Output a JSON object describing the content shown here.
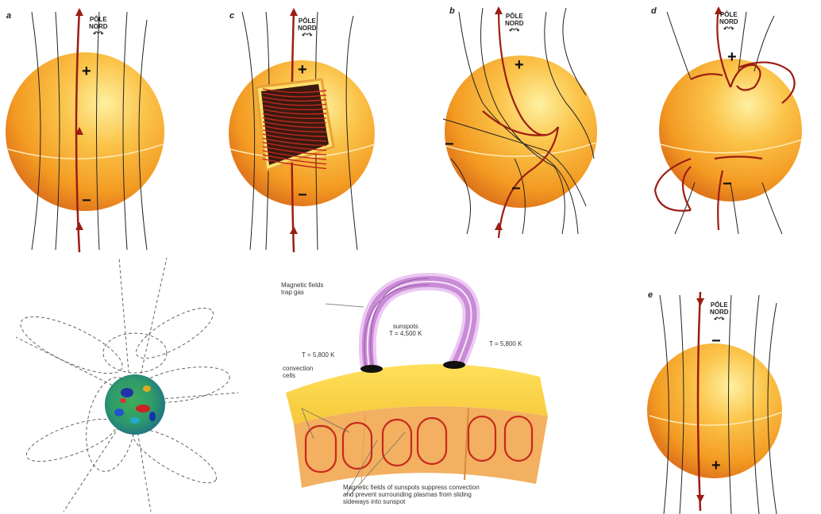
{
  "panels": {
    "a": {
      "letter": "a",
      "pole": "PÔLE",
      "pole2": "NORD",
      "plus": "+",
      "minus": "−"
    },
    "c": {
      "letter": "c",
      "pole": "PÔLE",
      "pole2": "NORD",
      "plus": "+",
      "minus": "−"
    },
    "b": {
      "letter": "b",
      "pole": "PÔLE",
      "pole2": "NORD",
      "plus": "+",
      "minus": "−",
      "minus_left": "−"
    },
    "d": {
      "letter": "d",
      "pole": "PÔLE",
      "pole2": "NORD",
      "plus": "+",
      "minus": "−"
    },
    "e": {
      "letter": "e",
      "pole": "PÔLE",
      "pole2": "NORD",
      "plus": "+",
      "minus": "−"
    }
  },
  "sunspot": {
    "mag_label_1": "Magnetic fields",
    "mag_label_2": "trap gas",
    "sunspots_1": "sunspots",
    "sunspots_2": "T = 4,500 K",
    "temp_left": "T = 5,800 K",
    "temp_right": "T = 5,800 K",
    "convection_1": "convection",
    "convection_2": "cells",
    "caption_1": "Magnetic fields of sunspots suppress convection",
    "caption_2": "and prevent surrounding plasmas from sliding",
    "caption_3": "sideways into sunspot"
  },
  "colors": {
    "sun_light": "#fde07a",
    "sun_mid": "#f7a224",
    "sun_dark": "#d96a10",
    "field_red": "#9b1d14",
    "field_black": "#222222",
    "loop_pink": "#c98bd6"
  }
}
